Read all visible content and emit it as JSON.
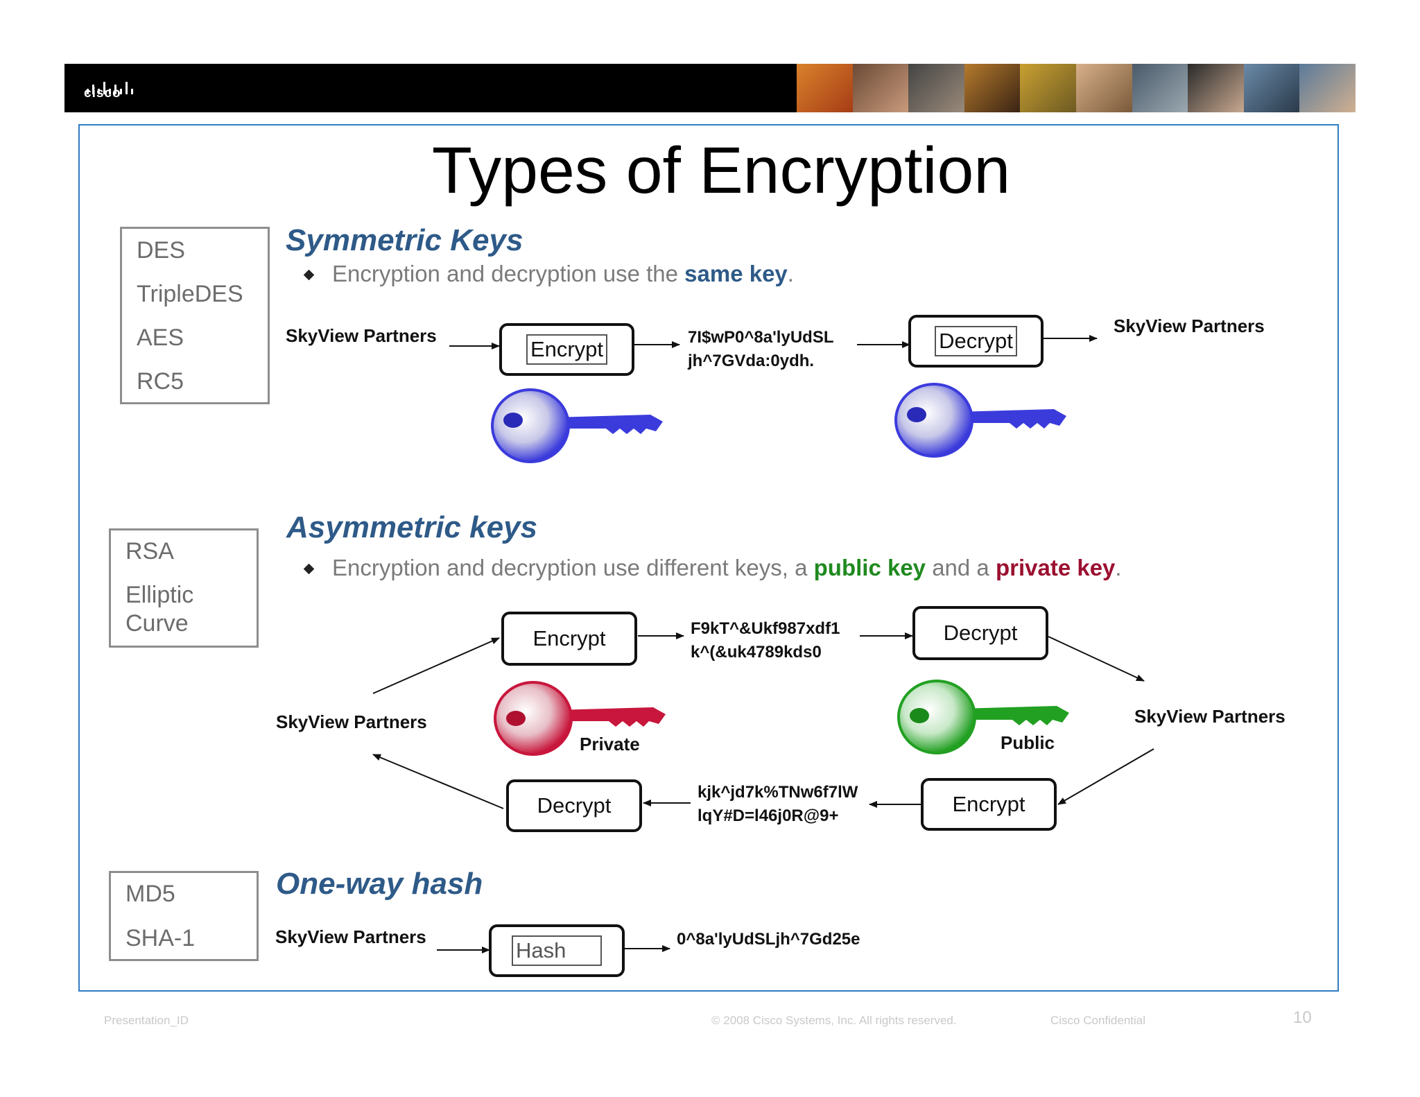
{
  "header": {
    "logo_text": "cisco"
  },
  "slide": {
    "title": "Types of Encryption",
    "symmetric": {
      "heading": "Symmetric Keys",
      "bullet_pre": "Encryption and decryption use the ",
      "bullet_kw": "same key",
      "bullet_post": ".",
      "algorithms": [
        "DES",
        "TripleDES",
        "AES",
        "RC5"
      ],
      "sender": "SkyView Partners",
      "encrypt": "Encrypt",
      "cipher_line1": "7I$wP0^8a'lyUdSL",
      "cipher_line2": "jh^7GVda:0ydh.",
      "decrypt": "Decrypt",
      "receiver": "SkyView Partners"
    },
    "asymmetric": {
      "heading": "Asymmetric keys",
      "bullet_pre": "Encryption and decryption use different keys, a ",
      "bullet_kw1": "public key",
      "bullet_mid": " and a ",
      "bullet_kw2": "private key",
      "bullet_post": ".",
      "algorithms": [
        "RSA",
        "Elliptic",
        "Curve"
      ],
      "left_party": "SkyView Partners",
      "right_party": "SkyView Partners",
      "top_encrypt": "Encrypt",
      "top_cipher_line1": "F9kT^&Ukf987xdf1",
      "top_cipher_line2": "k^(&uk4789kds0",
      "top_decrypt": "Decrypt",
      "private_label": "Private",
      "public_label": "Public",
      "bottom_decrypt": "Decrypt",
      "bottom_cipher_line1": "kjk^jd7k%TNw6f7lW",
      "bottom_cipher_line2": "lqY#D=l46j0R@9+",
      "bottom_encrypt": "Encrypt"
    },
    "hash": {
      "heading": "One-way hash",
      "algorithms": [
        "MD5",
        "SHA-1"
      ],
      "sender": "SkyView Partners",
      "op": "Hash",
      "output": "0^8a'lyUdSLjh^7Gd25e"
    }
  },
  "footer": {
    "presentation_id": "Presentation_ID",
    "copyright": "© 2008 Cisco Systems, Inc. All rights reserved.",
    "confidential": "Cisco Confidential",
    "page_number": "10"
  },
  "colors": {
    "frame": "#2f7dc2",
    "heading": "#2e5a88",
    "symmetric_key": "#3b3bdc",
    "private_key": "#c8163c",
    "public_key": "#22a022"
  }
}
